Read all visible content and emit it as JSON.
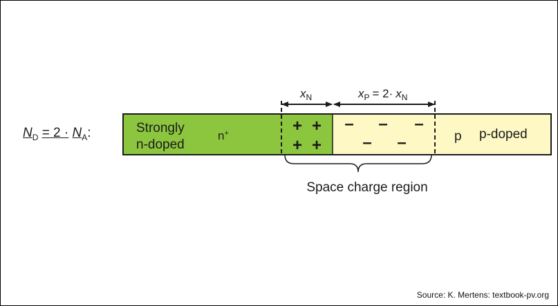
{
  "equation": {
    "nd_symbol": "N",
    "nd_sub": "D",
    "equals_two": "= 2 ·",
    "na_symbol": "N",
    "na_sub": "A",
    "colon": ":"
  },
  "regions": {
    "n_label_line1": "Strongly",
    "n_label_line2": "n-doped",
    "n_plus": "n",
    "n_plus_sup": "+",
    "p_label": "p",
    "p_doped_label": "p-doped"
  },
  "charges": {
    "positive": "+",
    "negative": "–"
  },
  "dimensions": {
    "xn_symbol": "x",
    "xn_sub": "N",
    "xp_symbol": "x",
    "xp_sub": "P",
    "xp_equals": "= 2·",
    "xp_rhs_symbol": "x",
    "xp_rhs_sub": "N"
  },
  "space_charge_label": "Space charge region",
  "source": "Source: K. Mertens: textbook-pv.org",
  "colors": {
    "n_region": "#8cc63f",
    "p_region": "#fdf8c4",
    "outline": "#1a1a1a"
  }
}
